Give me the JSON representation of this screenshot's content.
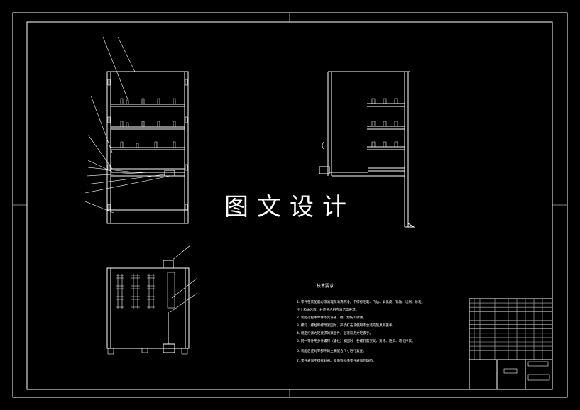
{
  "drawing": {
    "watermark": "图文设计",
    "notes_title": "技术要求",
    "notes": [
      "1. 零件在装配前必须清理和清洗干净，不得有毛刺、飞边、氧化皮、锈蚀、切屑、砂粒、",
      "   尘土和油污等，并应符合相应清洁度要求。",
      "2. 装配过程中零件不允许磕、碰、划伤和锈蚀。",
      "3. 螺钉、螺栓和螺母紧固时，严禁打击或使用不合适的旋具和扳手。",
      "4. 规定拧紧力矩要求的紧固件，必须采用力矩扳手。",
      "5. 同一零件用多件螺钉（螺栓）紧固时，各螺钉需交叉、对称、逐步、均匀拧紧。",
      "6. 装配后应对零部件的主要配合尺寸进行复查。",
      "7. 零件表面不得有划痕、擦伤等损伤零件表面的缺陷。"
    ],
    "colors": {
      "background": "#000000",
      "line": "#ffffff"
    }
  }
}
